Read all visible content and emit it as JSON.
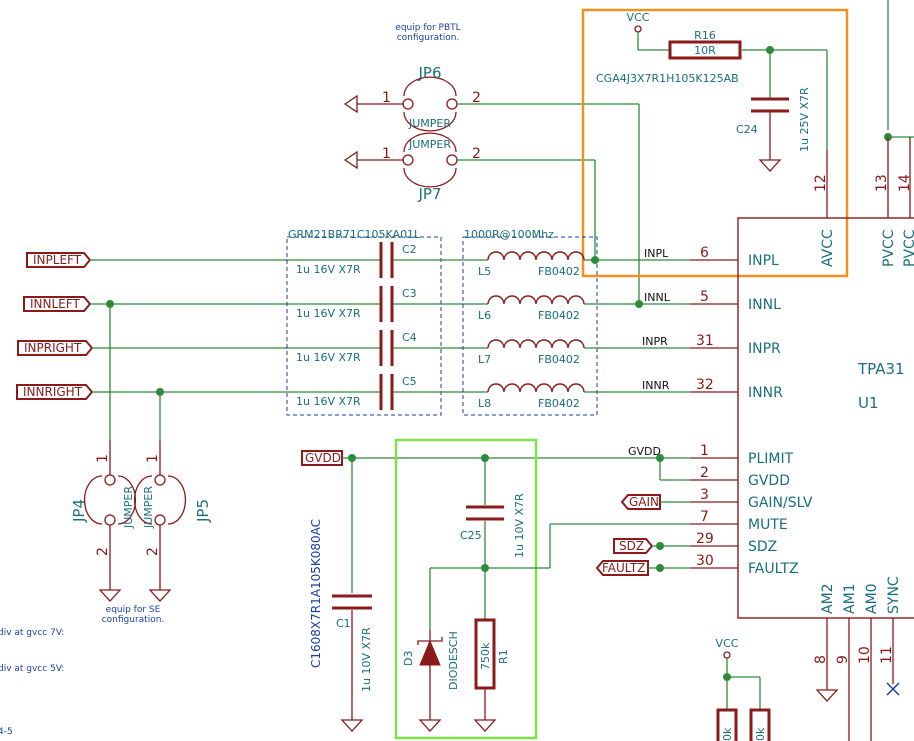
{
  "notes": {
    "pbtl_1": "equip for PBTL",
    "pbtl_2": "configuration.",
    "se_1": "equip for SE",
    "se_2": "configuration.",
    "left1": "div at gvcc 7V:",
    "left2": "div at gvcc 5V:",
    "left3": "4-5"
  },
  "labels": {
    "inpleft": "INPLEFT",
    "innleft": "INNLEFT",
    "inpright": "INPRIGHT",
    "innright": "INNRIGHT",
    "gvdd": "GVDD",
    "gain": "GAIN",
    "sdz": "SDZ",
    "faultz": "FAULTZ"
  },
  "jumpers": {
    "jp6_ref": "JP6",
    "jp7_ref": "JP7",
    "jp4_ref": "JP4",
    "jp5_ref": "JP5",
    "value": "JUMPER",
    "pin1": "1",
    "pin2": "2"
  },
  "caps": {
    "group_value": "GRM21BR71C105KA01L",
    "c2": "C2",
    "c3": "C3",
    "c4": "C4",
    "c5": "C5",
    "rating": "1u 16V X7R"
  },
  "beads": {
    "group_value": "1000R@100Mhz",
    "l5": "L5",
    "l6": "L6",
    "l7": "L7",
    "l8": "L8",
    "part": "FB0402"
  },
  "avcc_block": {
    "vcc": "VCC",
    "r16": "R16",
    "r16_value": "10R",
    "c24_part": "CGA4J3X7R1H105K125AB",
    "c24": "C24",
    "c24_rating": "1u 25V X7R"
  },
  "u1": {
    "name": "TPA31",
    "ref": "U1",
    "pins": [
      {
        "num": "6",
        "name": "INPL",
        "net": "INPL"
      },
      {
        "num": "5",
        "name": "INNL",
        "net": "INNL"
      },
      {
        "num": "31",
        "name": "INPR",
        "net": "INPR"
      },
      {
        "num": "32",
        "name": "INNR",
        "net": "INNR"
      },
      {
        "num": "1",
        "name": "PLIMIT",
        "net": "GVDD"
      },
      {
        "num": "2",
        "name": "GVDD"
      },
      {
        "num": "3",
        "name": "GAIN/SLV"
      },
      {
        "num": "7",
        "name": "MUTE"
      },
      {
        "num": "29",
        "name": "SDZ"
      },
      {
        "num": "30",
        "name": "FAULTZ"
      }
    ],
    "top_pins": [
      {
        "num": "12",
        "name": "AVCC"
      },
      {
        "num": "13",
        "name": "PVCC"
      },
      {
        "num": "14",
        "name": "PVCC"
      }
    ],
    "bottom_pins": [
      {
        "num": "8",
        "name": "AM2"
      },
      {
        "num": "9",
        "name": "AM1"
      },
      {
        "num": "10",
        "name": "AM0"
      },
      {
        "num": "11",
        "name": "SYNC"
      }
    ]
  },
  "c1": {
    "part": "C1608X7R1A105K080AC",
    "ref": "C1",
    "rating": "1u 10V X7R"
  },
  "mute_block": {
    "c25": "C25",
    "c25_rating": "1u 10V X7R",
    "d3": "D3",
    "d3_value": "DIODESCH",
    "r1": "R1",
    "r1_value": "750k"
  },
  "bottom_right": {
    "vcc": "VCC",
    "r_a": "0k",
    "r_b": "0k"
  },
  "highlights": {
    "avcc_color": "#f0901e",
    "mute_color": "#7ee34a"
  }
}
